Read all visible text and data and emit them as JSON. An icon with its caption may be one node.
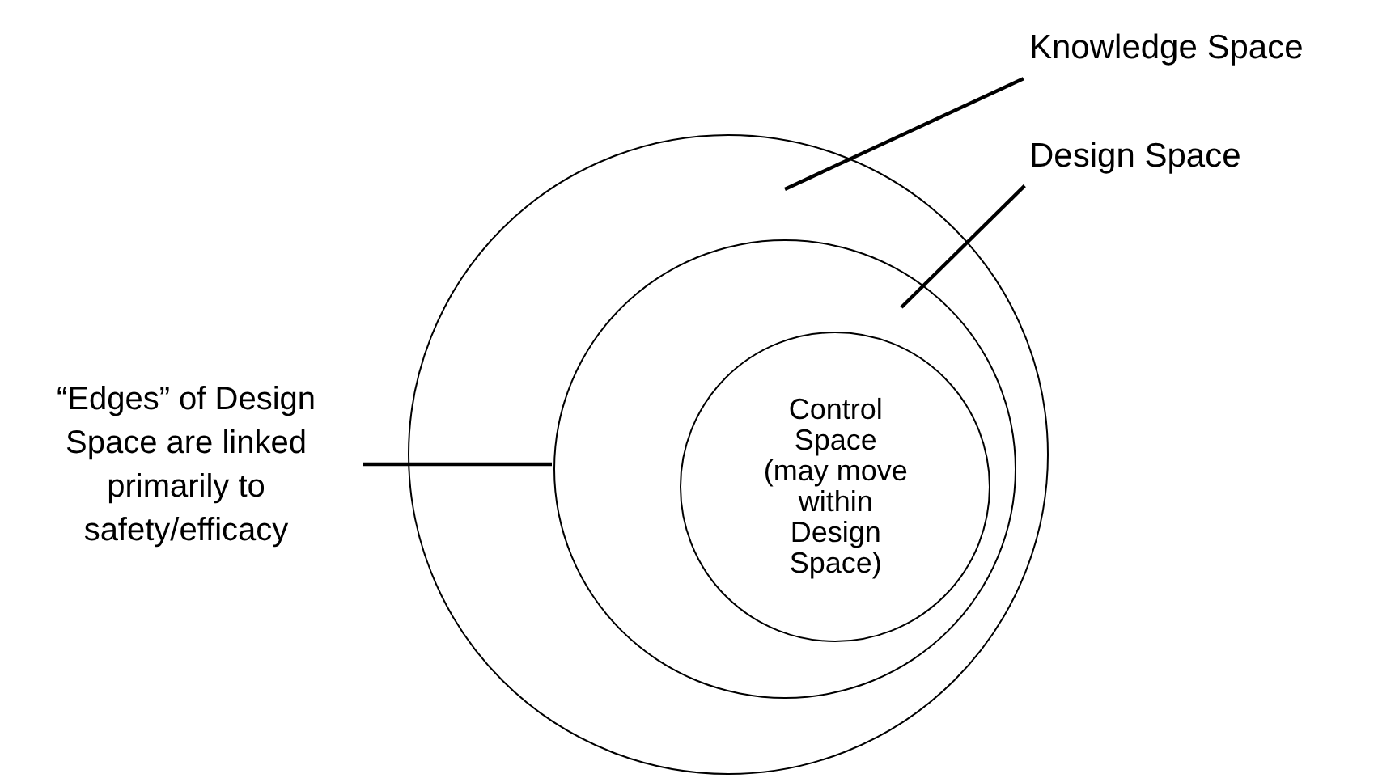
{
  "diagram": {
    "nodes": [
      {
        "text": [],
        "shape": "circle"
      },
      {
        "text": [],
        "shape": "circle",
        "in": 0
      },
      {
        "text": [
          "Control Space (may move within Design Space)"
        ],
        "in": 1
      },
      {
        "text": [
          "Knowledge Space"
        ]
      },
      {
        "text": [
          "Design Space"
        ]
      },
      {
        "text": [
          "“Edges” of Design Space are linked primarily to safety/efficacy"
        ]
      }
    ],
    "edges": [
      {
        "from": 3,
        "to": 0,
        "arrow": "none"
      },
      {
        "from": 4,
        "to": 1,
        "arrow": "none"
      },
      {
        "from": 5,
        "to": 1,
        "arrow": "none"
      }
    ]
  }
}
